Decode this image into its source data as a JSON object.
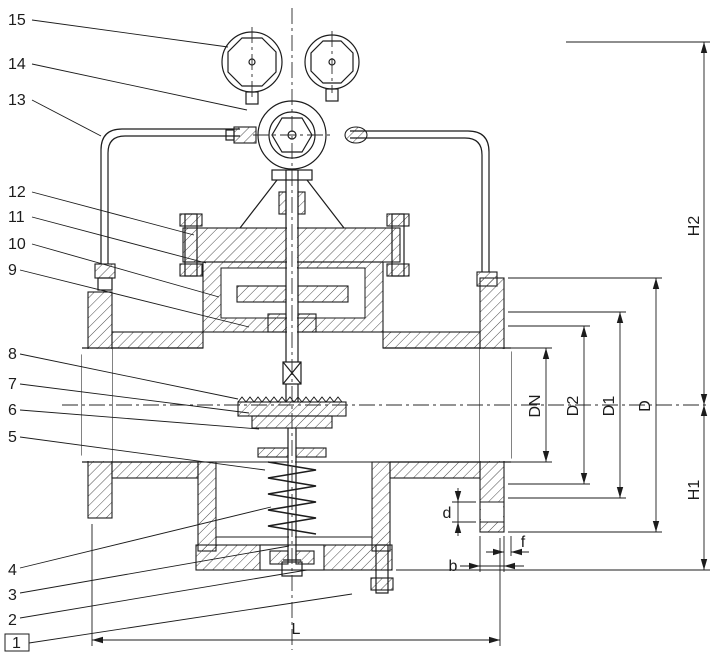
{
  "drawing": {
    "title": "Pilot-operated pressure reducing valve sectional drawing",
    "background": "#ffffff",
    "line_color": "#1c1c1c"
  },
  "part_callouts": [
    {
      "num": "15"
    },
    {
      "num": "14"
    },
    {
      "num": "13"
    },
    {
      "num": "12"
    },
    {
      "num": "11"
    },
    {
      "num": "10"
    },
    {
      "num": "9"
    },
    {
      "num": "8"
    },
    {
      "num": "7"
    },
    {
      "num": "6"
    },
    {
      "num": "5"
    },
    {
      "num": "4"
    },
    {
      "num": "3"
    },
    {
      "num": "2"
    },
    {
      "num": "1"
    }
  ],
  "dimension_labels": {
    "h2": "H2",
    "h1": "H1",
    "dn": "DN",
    "d2": "D2",
    "d1": "D1",
    "d_major": "D",
    "length": "L",
    "bolt_hole": "d",
    "face": "f",
    "thickness": "b"
  }
}
